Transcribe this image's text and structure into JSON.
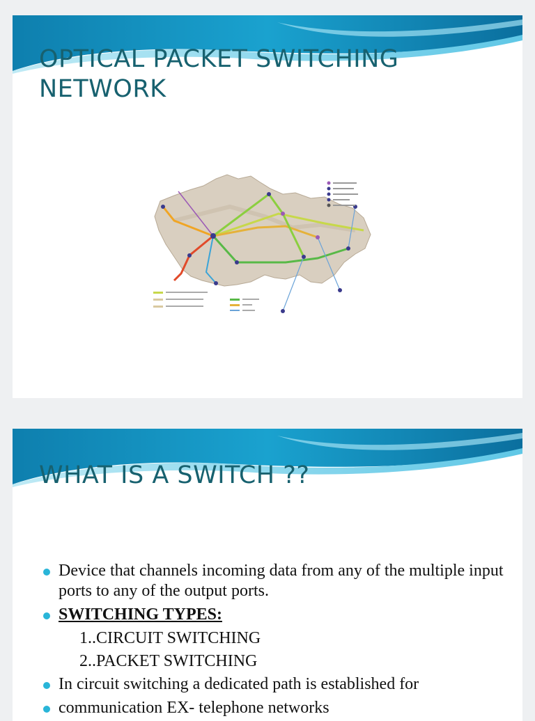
{
  "slide1": {
    "title_line1": "OPTICAL PACKET SWITCHING",
    "title_line2": "NETWORK"
  },
  "slide2": {
    "title": "WHAT IS A SWITCH ??",
    "bullets": {
      "b1": "Device that channels incoming data from any of the multiple input  ports to any of the output ports.",
      "b2": "SWITCHING TYPES:",
      "sub1": "1..CIRCUIT SWITCHING",
      "sub2": "2..PACKET SWITCHING",
      "b3": "In circuit switching a dedicated path is established for",
      "b4": "communication  EX- telephone networks"
    }
  },
  "colors": {
    "title": "#17616f",
    "accent": "#29b5d8",
    "swoosh_dark": "#1590b8",
    "swoosh_light": "#6fd0ea"
  }
}
